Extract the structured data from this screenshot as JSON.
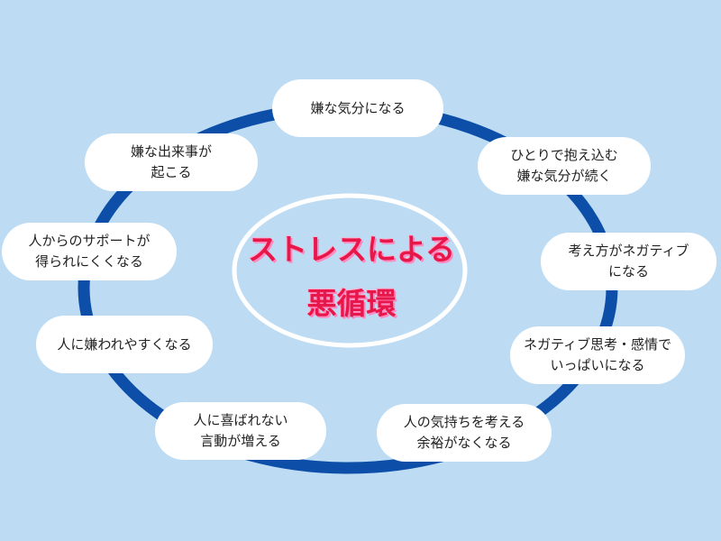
{
  "title": {
    "line1": "ストレスによる",
    "line2": "悪循環"
  },
  "colors": {
    "background": "#bddcf4",
    "ring": "#0d4fa8",
    "title": "#e8174a",
    "box": "#ffffff"
  },
  "steps": [
    {
      "line1": "嫌な気分になる",
      "line2": ""
    },
    {
      "line1": "ひとりで抱え込む",
      "line2": "嫌な気分が続く"
    },
    {
      "line1": "考え方がネガティブ",
      "line2": "になる"
    },
    {
      "line1": "ネガティブ思考・感情で",
      "line2": "いっぱいになる"
    },
    {
      "line1": "人の気持ちを考える",
      "line2": "余裕がなくなる"
    },
    {
      "line1": "人に喜ばれない",
      "line2": "言動が増える"
    },
    {
      "line1": "人に嫌われやすくなる",
      "line2": ""
    },
    {
      "line1": "人からのサポートが",
      "line2": "得られにくくなる"
    },
    {
      "line1": "嫌な出来事が",
      "line2": "起こる"
    }
  ]
}
